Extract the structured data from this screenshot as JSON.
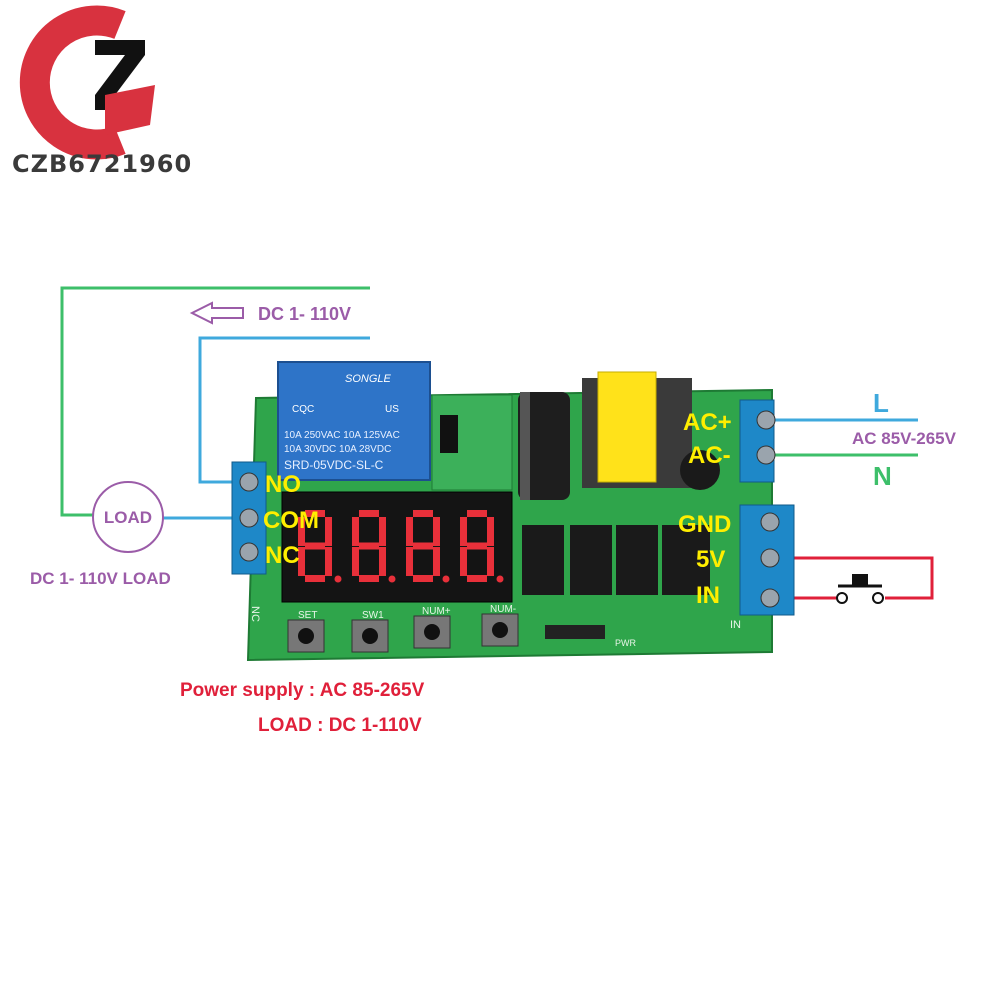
{
  "logo": {
    "text": "CZB6721960",
    "letters": "CZB"
  },
  "board": {
    "relay": {
      "brand": "SONGLE",
      "line1": "10A 250VAC  10A 125VAC",
      "line2": "10A 30VDC  10A 28VDC",
      "model": "SRD-05VDC-SL-C",
      "cert_left": "CQC",
      "cert_right": "US"
    },
    "terminals_left": [
      "NO",
      "COM",
      "NC"
    ],
    "terminals_right_top": [
      "AC+",
      "AC-"
    ],
    "terminals_right_bottom": [
      "GND",
      "5V",
      "IN"
    ],
    "buttons": [
      "SET",
      "SW1",
      "NUM+",
      "NUM-"
    ],
    "pcb_labels": {
      "side_nc": "NC",
      "side_in": "IN",
      "pwr": "PWR"
    },
    "display_digits": "8.8.8.8"
  },
  "annotations": {
    "dc_top": "DC 1- 110V",
    "load": "LOAD",
    "dc_load": "DC 1- 110V LOAD",
    "line_l": "L",
    "ac_range": "AC 85V-265V",
    "line_n": "N",
    "power_supply": "Power supply :  AC 85-265V",
    "load_spec": "LOAD  : DC 1-110V"
  },
  "colors": {
    "green_wire": "#3dbf6a",
    "blue_wire": "#3fa9dd",
    "red_wire": "#e0203a",
    "purple": "#9b5ca8",
    "yellow_label": "#ffee00",
    "pcb_green": "#2fa54b",
    "terminal_blue": "#1e88c8",
    "relay_blue": "#2e74c8"
  }
}
